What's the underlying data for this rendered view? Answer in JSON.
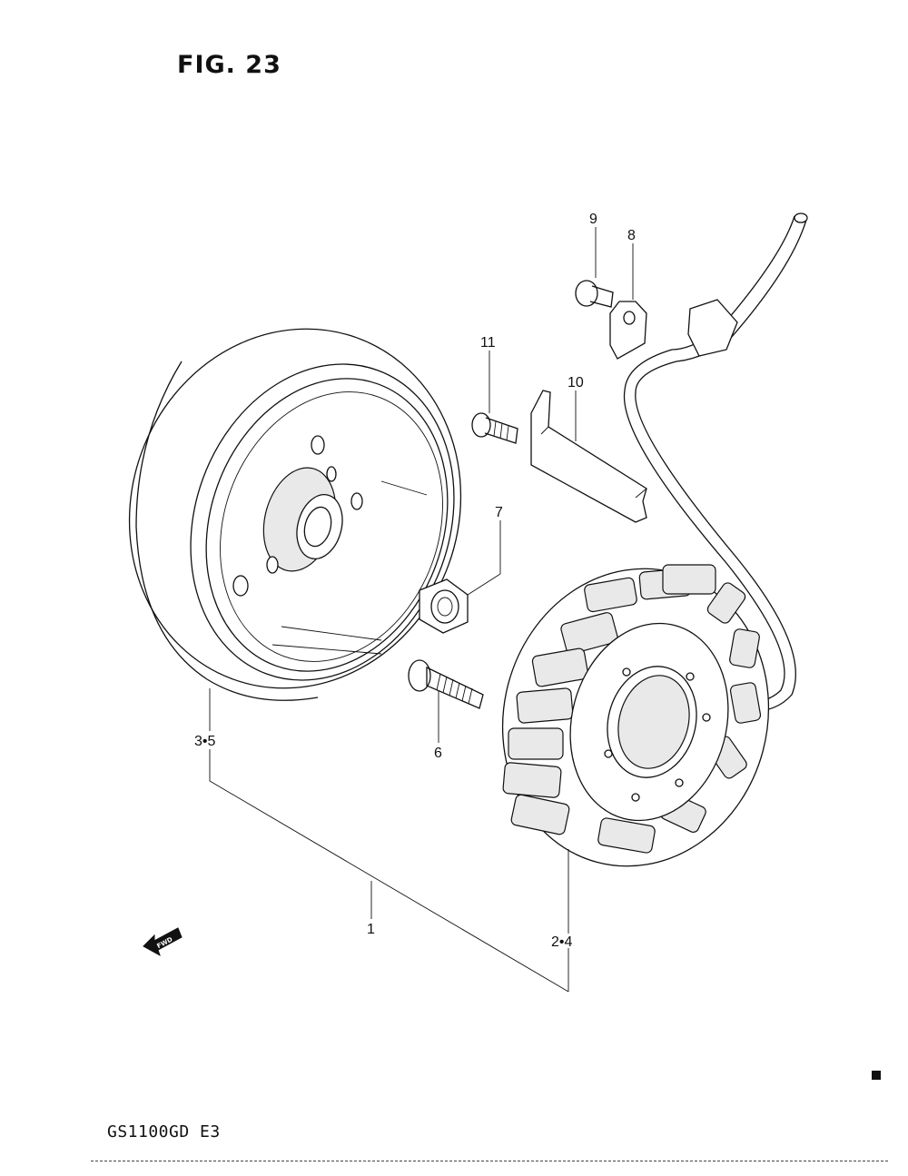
{
  "figure": {
    "title": "FIG. 23",
    "model_code": "GS1100GD E3",
    "fwd_label": "FWD"
  },
  "callouts": {
    "c1": "1",
    "c24": "2•4",
    "c35": "3•5",
    "c6": "6",
    "c7": "7",
    "c8": "8",
    "c9": "9",
    "c10": "10",
    "c11": "11"
  }
}
